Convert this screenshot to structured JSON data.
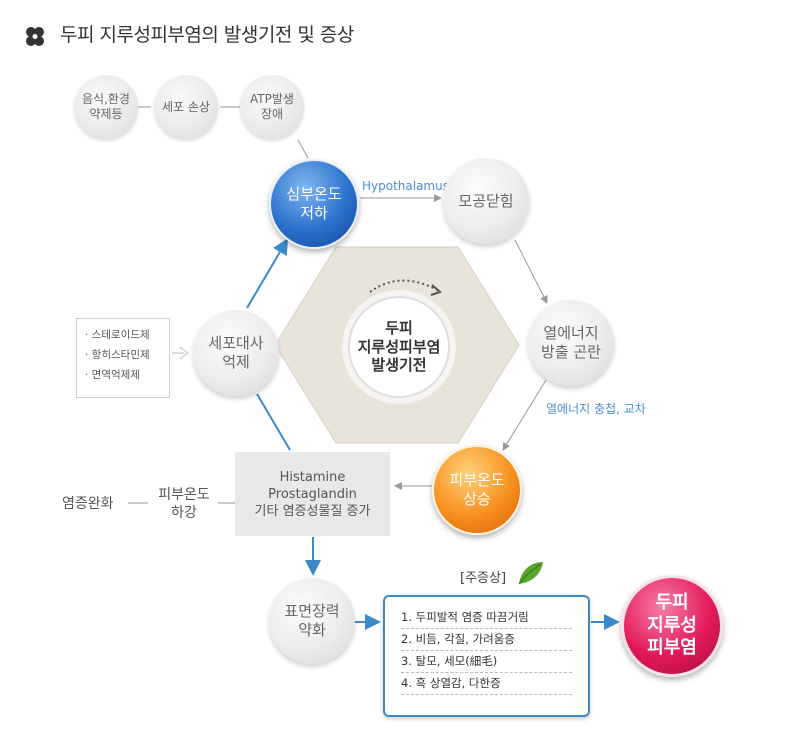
{
  "title": "두피 지루성피부염의 발생기전 및 증상",
  "icons": {
    "title_icon": "clover-icon",
    "leaf_icon": "leaf-icon"
  },
  "colors": {
    "blue": "#2a71cc",
    "orange": "#f7901e",
    "pink": "#e3195a",
    "arrow_blue": "#3d89c8",
    "grey_line": "#999999"
  },
  "top_chain": [
    "음식,환경\n약제등",
    "세포 손상",
    "ATP발생\n장애"
  ],
  "nodes": {
    "sim": "심부온도\n저하",
    "mogong": "모공닫힘",
    "yeol": "열에너지\n방출 곤란",
    "pibu_up": "피부온도\n상승",
    "sepo": "세포대사\n억제",
    "pyomyeon": "표면장력\n약화",
    "center": "두피\n지루성피부염\n발생기전",
    "final": "두피\n지루성\n피부염"
  },
  "labels": {
    "hypothalamus": "Hypothalamus",
    "yeol_note": "열에너지 충첩, 교차"
  },
  "steroid_list": [
    "· 스테로이드제",
    "· 항히스타민제",
    "· 면역억제제"
  ],
  "histamine": [
    "Histamine",
    "Prostaglandin",
    "기타 염증성물질 증가"
  ],
  "left_chain": {
    "yeomjeung": "염증완화",
    "pibu_down": "피부온도\n하강"
  },
  "symptoms": {
    "title": "[주증상]",
    "items": [
      "1. 두피발적 염증 따끔거림",
      "2. 비듬, 각질, 가려움증",
      "3. 탈모, 세모(細毛)",
      "4. 흑 상열감, 다한증"
    ]
  }
}
